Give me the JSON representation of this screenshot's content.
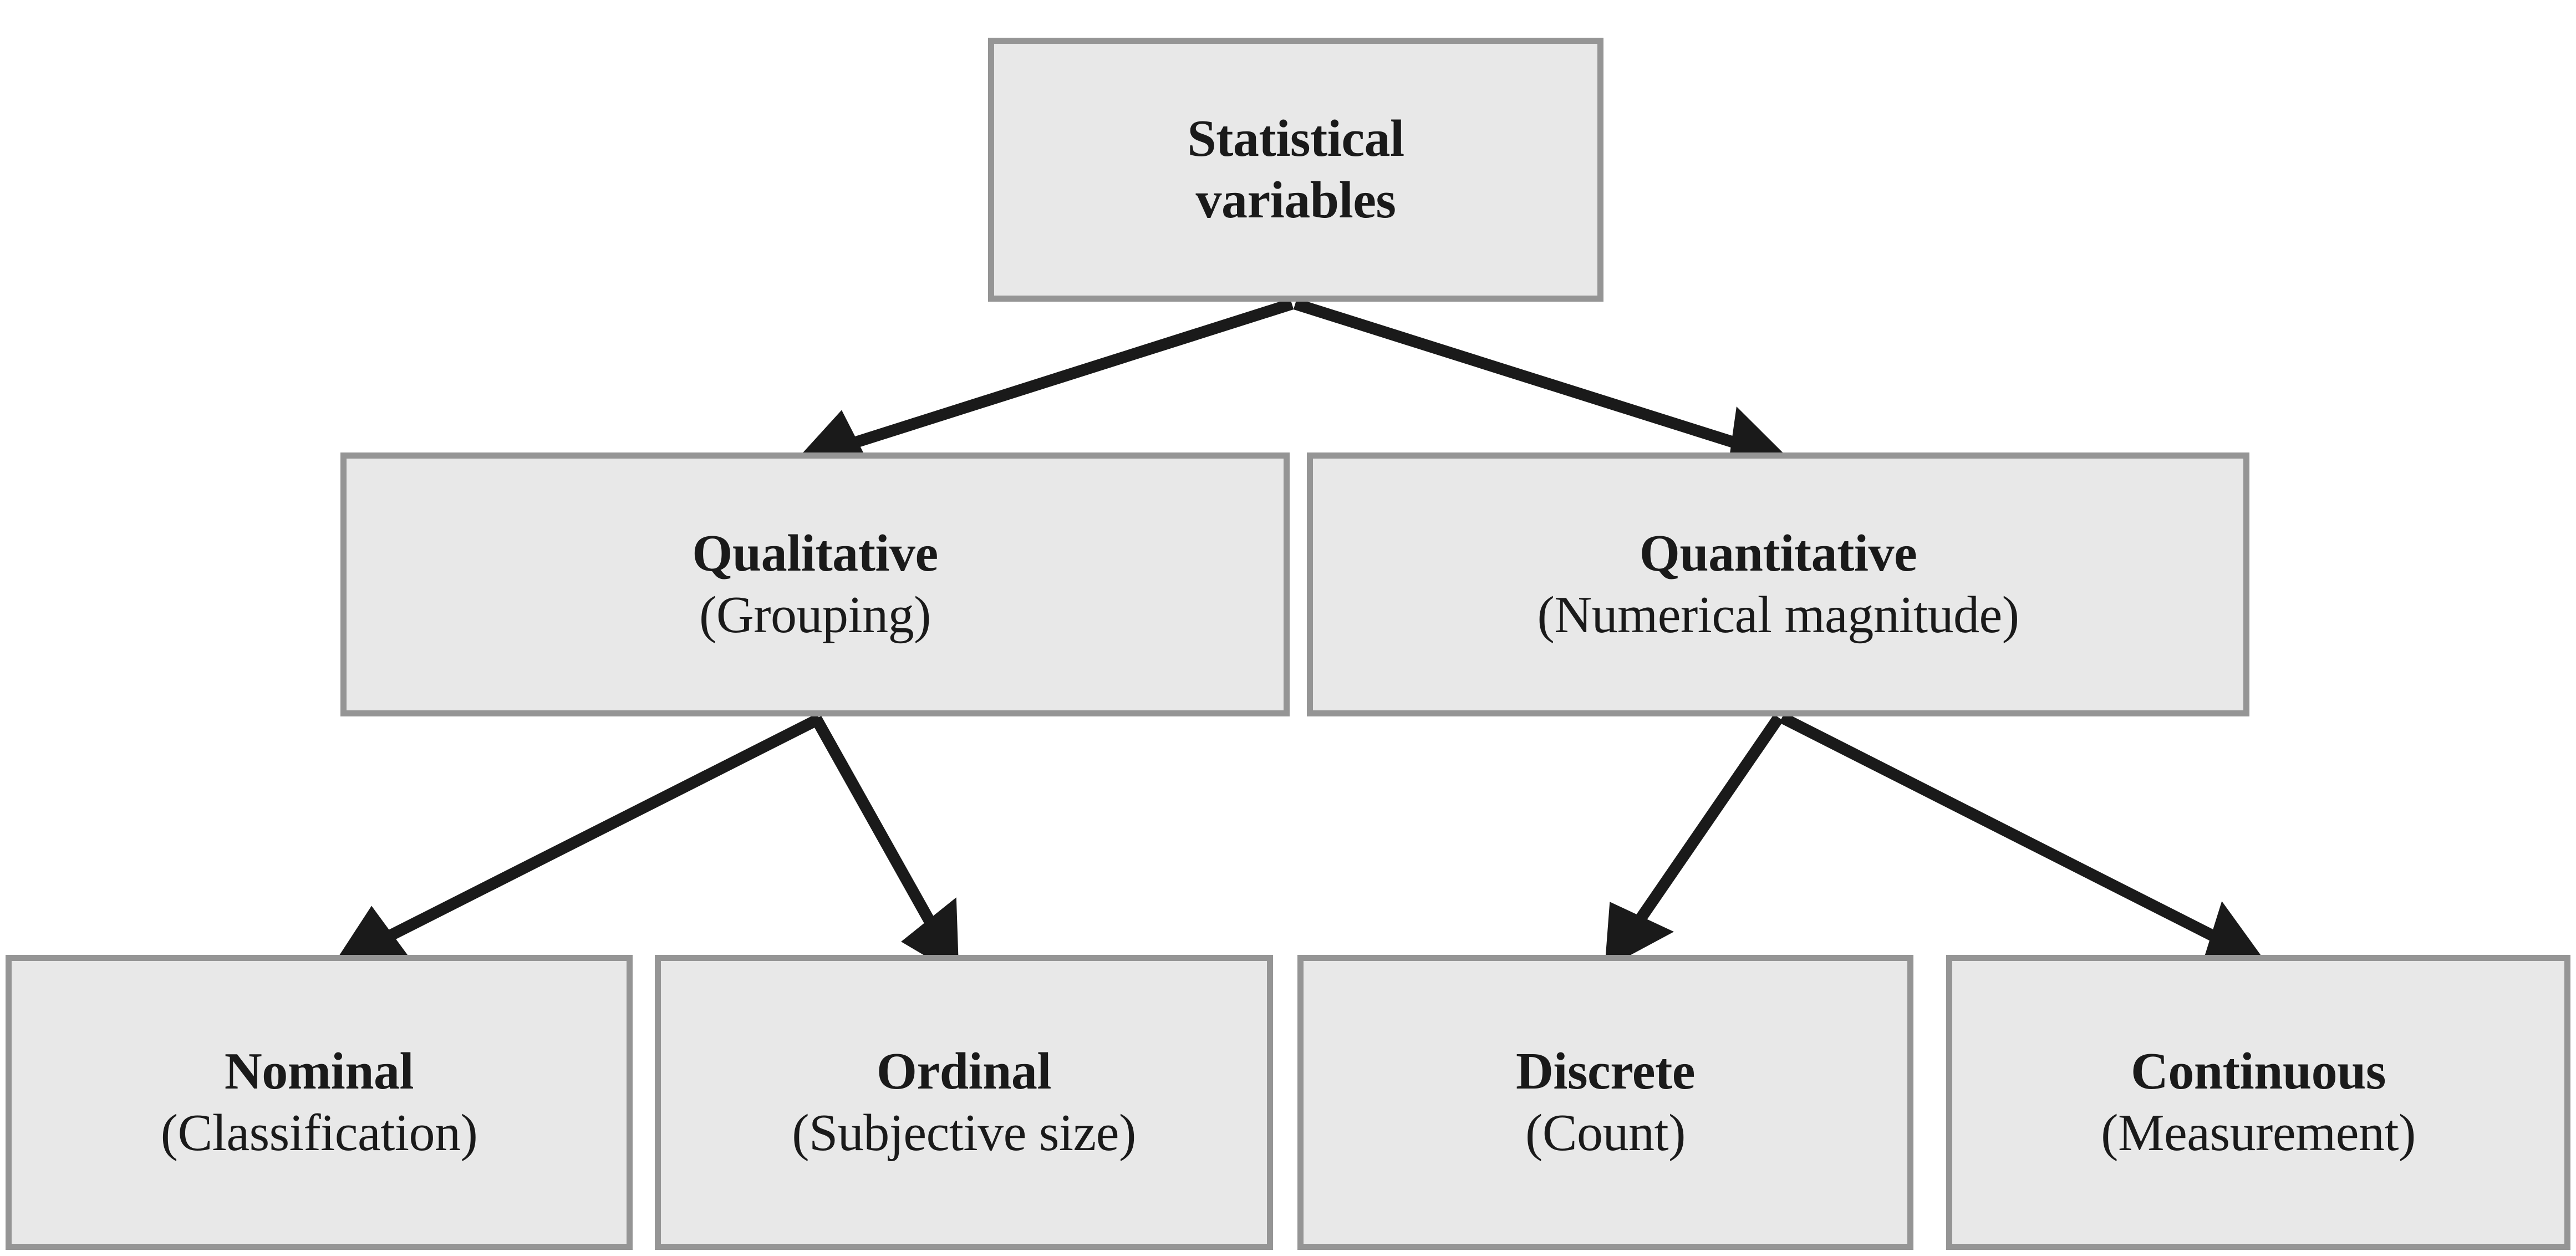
{
  "diagram": {
    "type": "hierarchy-tree",
    "title": "Statistical variables classification",
    "colors": {
      "box_fill": "#e8e8e8",
      "box_border": "#959595",
      "text": "#1a1a1a",
      "arrow": "#1a1a1a",
      "background": "#ffffff"
    },
    "nodes": [
      {
        "id": "root",
        "title": "Statistical",
        "subtitle": "variables",
        "level": 0
      },
      {
        "id": "qualitative",
        "title": "Qualitative",
        "subtitle": "(Grouping)",
        "level": 1
      },
      {
        "id": "quantitative",
        "title": "Quantitative",
        "subtitle": "(Numerical magnitude)",
        "level": 1
      },
      {
        "id": "nominal",
        "title": "Nominal",
        "subtitle": "(Classification)",
        "level": 2
      },
      {
        "id": "ordinal",
        "title": "Ordinal",
        "subtitle": "(Subjective size)",
        "level": 2
      },
      {
        "id": "discrete",
        "title": "Discrete",
        "subtitle": "(Count)",
        "level": 2
      },
      {
        "id": "continuous",
        "title": "Continuous",
        "subtitle": "(Measurement)",
        "level": 2
      }
    ],
    "edges": [
      {
        "from": "root",
        "to": "qualitative"
      },
      {
        "from": "root",
        "to": "quantitative"
      },
      {
        "from": "qualitative",
        "to": "nominal"
      },
      {
        "from": "qualitative",
        "to": "ordinal"
      },
      {
        "from": "quantitative",
        "to": "discrete"
      },
      {
        "from": "quantitative",
        "to": "continuous"
      }
    ]
  }
}
